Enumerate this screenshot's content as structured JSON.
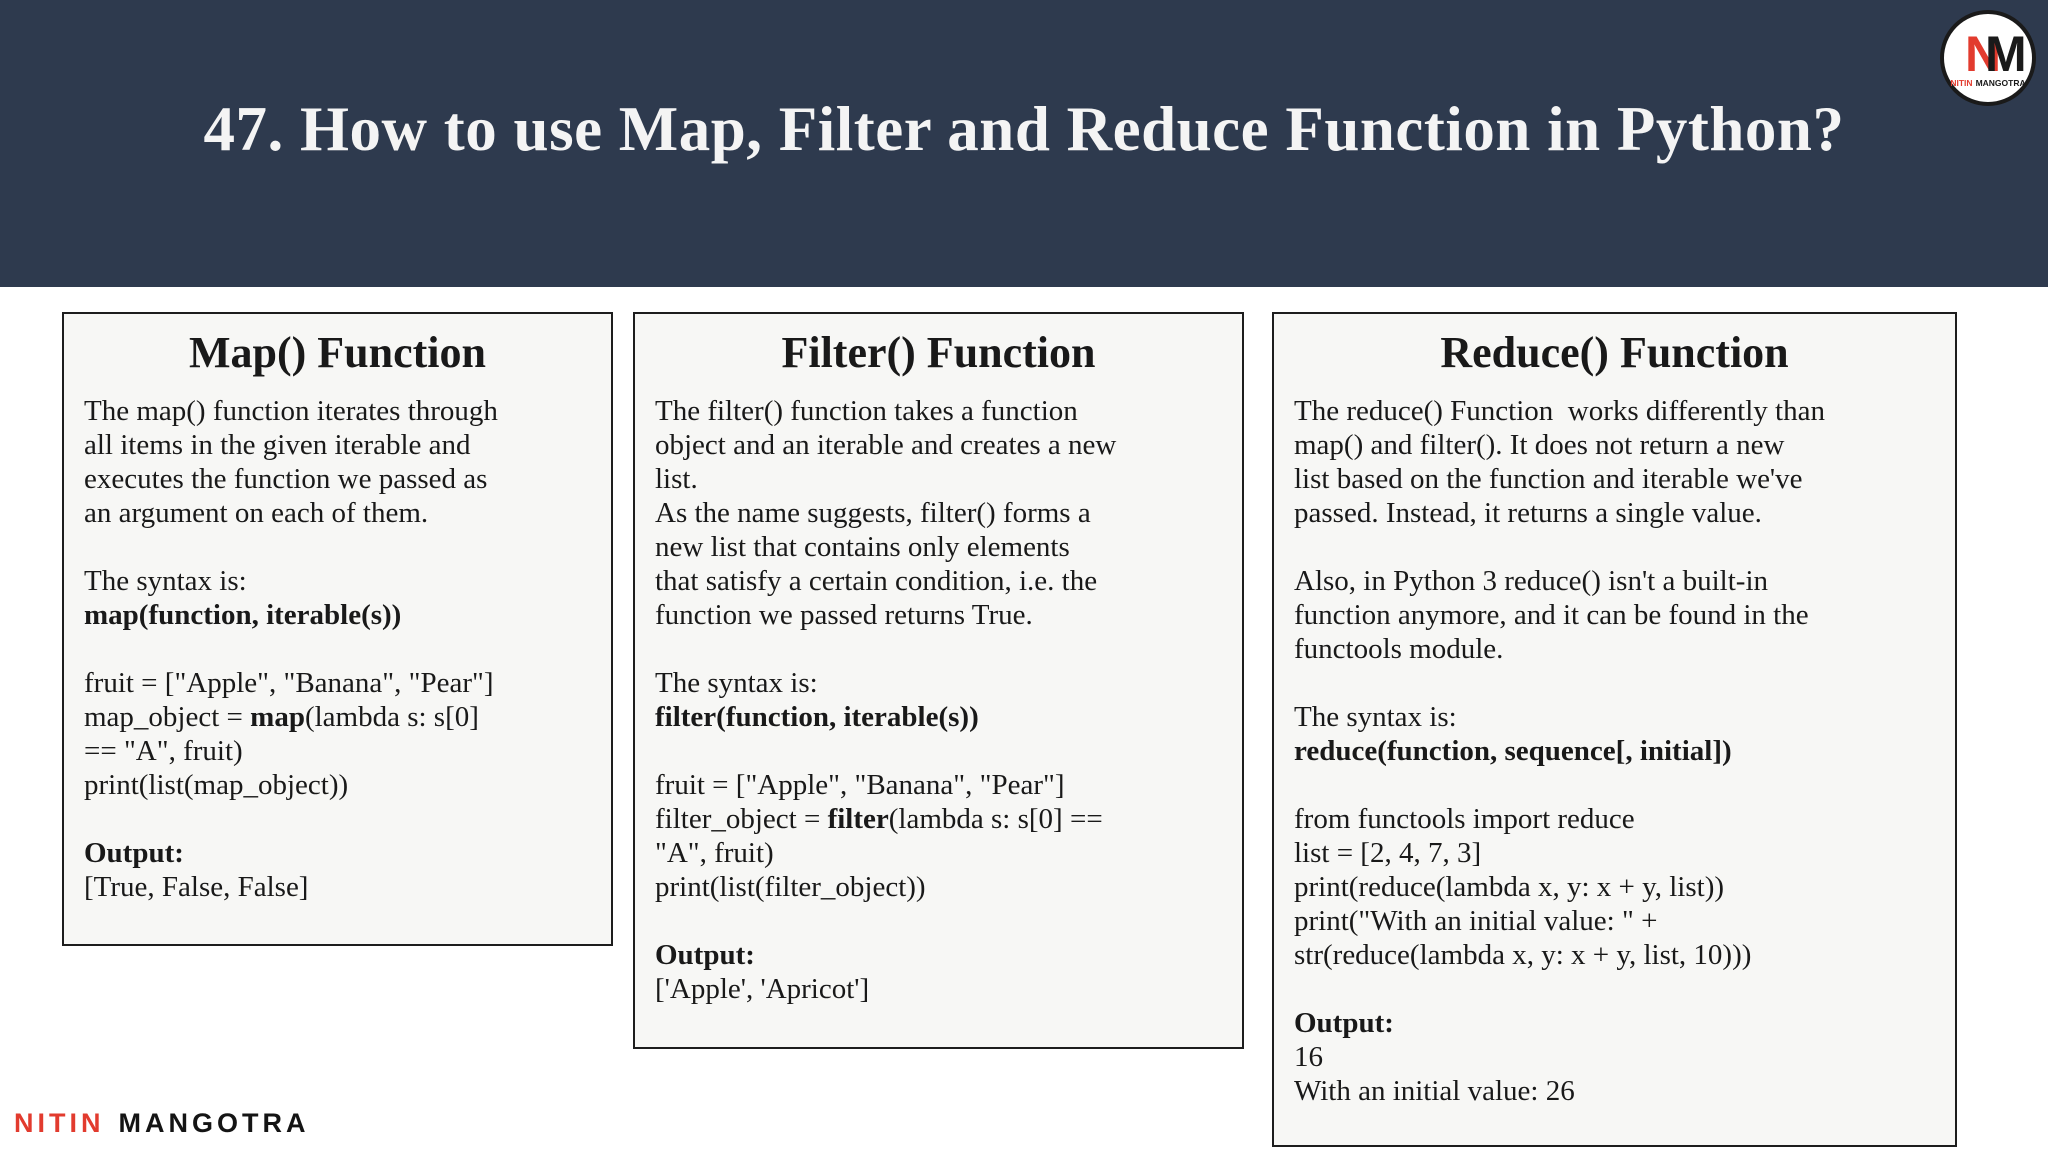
{
  "header": {
    "title": "47. How to use Map, Filter and Reduce Function in Python?"
  },
  "logo": {
    "monogram_n": "N",
    "monogram_m": "M",
    "caption_first": "NITIN",
    "caption_second": "MANGOTRA"
  },
  "footer": {
    "brand_first": "NITIN",
    "brand_second": "MANGOTRA"
  },
  "colors": {
    "header_bg": "#2e3a4e",
    "accent_red": "#e23b2e",
    "card_bg": "#f7f7f5",
    "card_border": "#1d1d1d",
    "text": "#191919",
    "header_text": "#f4f4f4"
  },
  "cards": [
    {
      "title": "Map() Function",
      "description": "The map() function iterates through\nall items in the given iterable and\nexecutes the function we passed as\nan argument on each of them.",
      "syntax_label": "The syntax is:",
      "syntax": "map(function, iterable(s))",
      "code_before": "fruit = [\"Apple\", \"Banana\", \"Pear\"]\nmap_object = ",
      "code_bold": "map",
      "code_after": "(lambda s: s[0]\n== \"A\", fruit)\nprint(list(map_object))",
      "output_label": "Output:",
      "output": "[True, False, False]"
    },
    {
      "title": "Filter() Function",
      "description": "The filter() function takes a function\nobject and an iterable and creates a new\nlist.\nAs the name suggests, filter() forms a\nnew list that contains only elements\nthat satisfy a certain condition, i.e. the\nfunction we passed returns True.",
      "syntax_label": "The syntax is:",
      "syntax": "filter(function, iterable(s))",
      "code_before": "fruit = [\"Apple\", \"Banana\", \"Pear\"]\nfilter_object = ",
      "code_bold": "filter",
      "code_after": "(lambda s: s[0] ==\n\"A\", fruit)\nprint(list(filter_object))",
      "output_label": "Output:",
      "output": "['Apple', 'Apricot']"
    },
    {
      "title": "Reduce() Function",
      "description": "The reduce() Function  works differently than\nmap() and filter(). It does not return a new\nlist based on the function and iterable we've\npassed. Instead, it returns a single value.\n\nAlso, in Python 3 reduce() isn't a built-in\nfunction anymore, and it can be found in the\nfunctools module.",
      "syntax_label": "The syntax is:",
      "syntax": "reduce(function, sequence[, initial])",
      "code_before": "from functools import reduce\nlist = [2, 4, 7, 3]\nprint(reduce(lambda x, y: x + y, list))\nprint(\"With an initial value: \" +\nstr(reduce(lambda x, y: x + y, list, 10)))",
      "code_bold": "",
      "code_after": "",
      "output_label": "Output:",
      "output": "16\nWith an initial value: 26"
    }
  ]
}
